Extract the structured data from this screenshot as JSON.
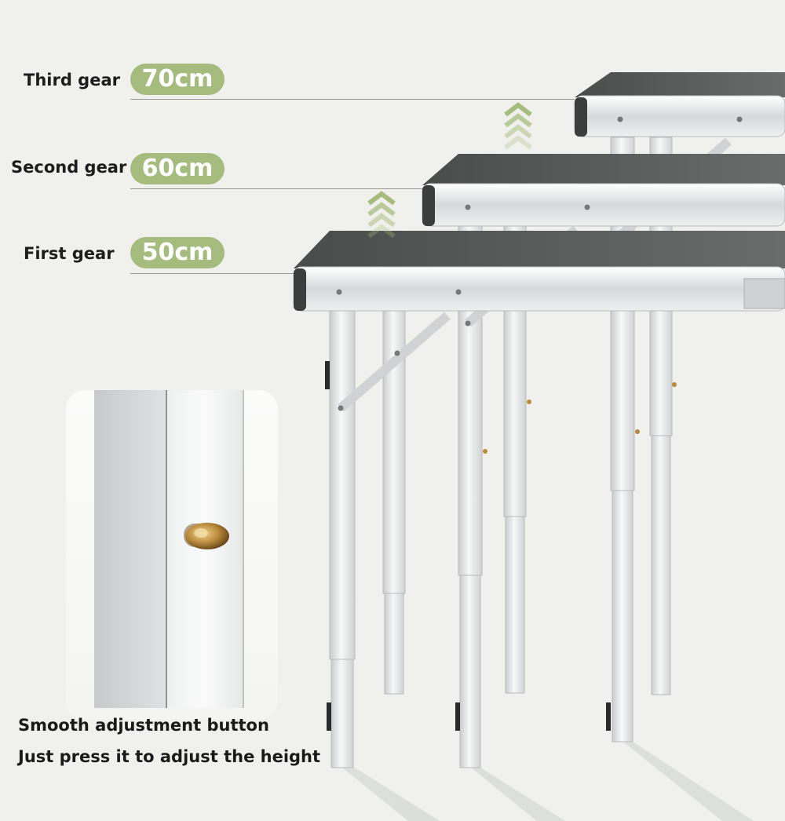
{
  "gears": [
    {
      "name": "Third gear",
      "height": "70cm"
    },
    {
      "name": "Second gear",
      "height": "60cm"
    },
    {
      "name": "First gear",
      "height": "50cm"
    }
  ],
  "captions": {
    "line1": "Smooth adjustment button",
    "line2": "Just press it to adjust the height"
  },
  "colors": {
    "background": "#f0f1ed",
    "pill": "#a6bc7e",
    "arrow": "#a6bc7e",
    "tabletop": "#5a5c5a",
    "aluminum": "#e2e4e4",
    "button": "#c8a050"
  },
  "icons": [
    "up-chevron-arrow-icon",
    "up-chevron-arrow-icon"
  ]
}
